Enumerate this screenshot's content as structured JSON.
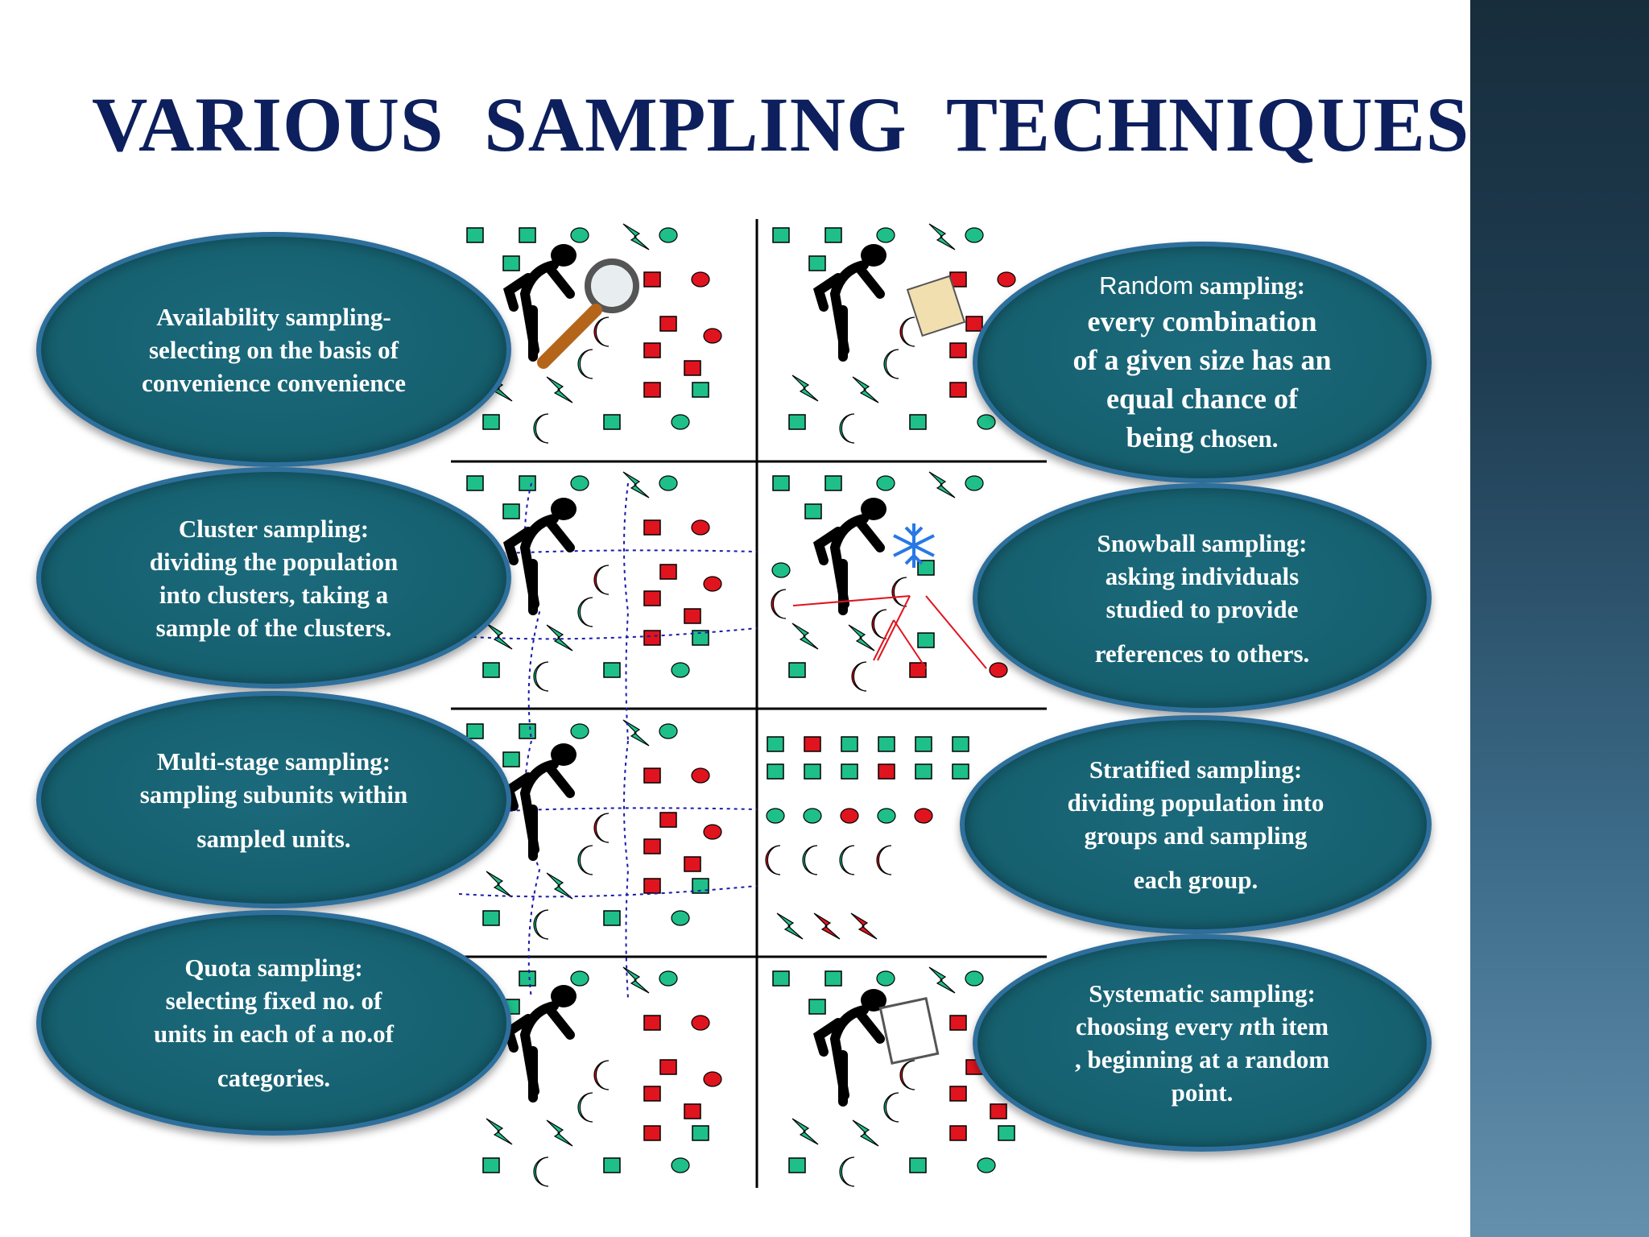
{
  "slide": {
    "title": "VARIOUS  SAMPLING  TECHNIQUES",
    "accent_color": "#0d1f5c",
    "oval_color": "#16606f",
    "sidebar_color": "#1f3d52"
  },
  "left_ovals": [
    {
      "id": "availability",
      "lines": [
        "Availability sampling-",
        "selecting on the basis of",
        "convenience convenience"
      ]
    },
    {
      "id": "cluster",
      "lines": [
        "Cluster sampling:",
        "dividing the population",
        "into clusters, taking a",
        "sample of the clusters."
      ]
    },
    {
      "id": "multistage",
      "lines": [
        "Multi-stage sampling:",
        "sampling subunits within",
        "sampled units."
      ]
    },
    {
      "id": "quota",
      "lines": [
        "Quota sampling:",
        "selecting fixed no. of",
        "units in each of a no.of",
        "categories."
      ]
    }
  ],
  "right_ovals": [
    {
      "id": "random",
      "lines": [
        "Random",
        "sampling:",
        "every combination",
        "of a given size has an",
        "equal chance of",
        "being",
        "chosen."
      ]
    },
    {
      "id": "snowball",
      "lines": [
        "Snowball sampling:",
        "asking individuals",
        "studied to provide",
        "references to others."
      ]
    },
    {
      "id": "stratified",
      "lines": [
        "Stratified sampling:",
        "dividing  population into",
        "groups and sampling",
        "each group."
      ]
    },
    {
      "id": "systematic",
      "lines": [
        "Systematic sampling:",
        "choosing every",
        "n",
        "th item",
        ", beginning at a random",
        "point."
      ]
    }
  ],
  "diagram": {
    "icons": [
      "square-icon",
      "circle-icon",
      "moon-icon",
      "lightning-icon",
      "stick-figure-icon",
      "magnifier-icon",
      "snowflake-icon",
      "clipboard-icon"
    ],
    "colors": {
      "green": "#1fbf8a",
      "red": "#e0141e",
      "ink": "#000000",
      "cluster_line": "#1a1aa8"
    }
  }
}
